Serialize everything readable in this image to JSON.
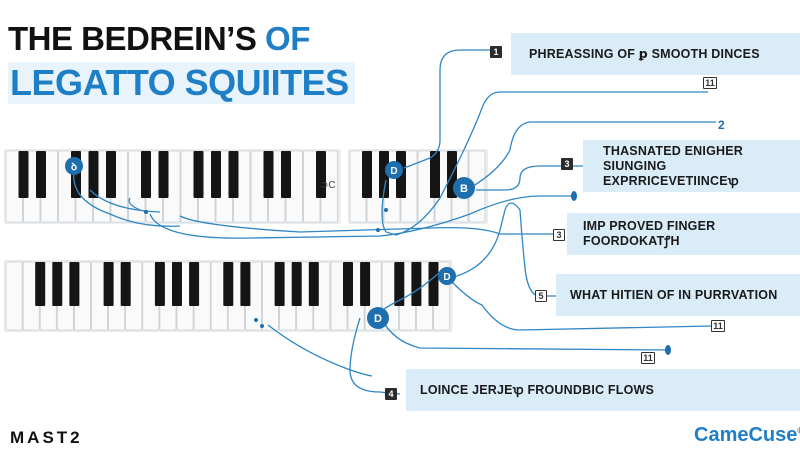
{
  "title": {
    "line1_main": "THE BEDREIN’S",
    "line1_accent": "OF",
    "line2": "LEGATTO SQUIITES"
  },
  "callouts": [
    {
      "num": "1",
      "text": "PHREASSING OF ꝑ SMOOTH DINCES"
    },
    {
      "num": "3",
      "text": "THASNATED ENIGHER SIUNGING EXPRRICEVETIINCEꝕ"
    },
    {
      "num": "3",
      "text": "IMP PROVED FINGER FOORDOKATꝭH"
    },
    {
      "num": "5",
      "text": "WHAT HITIEN OF IN PURRVATION"
    },
    {
      "num": "4",
      "text": "LOINCE JERJEꝕ FROUNDBIC FLOWS"
    }
  ],
  "markers": {
    "upper_left": "ꝺ",
    "upper_mid": "D",
    "upper_right": "B",
    "lower_mid": "D",
    "lower_right": "D",
    "small_2": "2",
    "small_11a": "11",
    "small_11b": "11",
    "small_11c": "11",
    "gap_label": "⊃C"
  },
  "footer": {
    "left": "MAST2",
    "brand": "CameCuse",
    "brand_mark": "®"
  },
  "colors": {
    "accent": "#1f7fc6",
    "callout_bg": "#d9ecf8",
    "wire": "#2f86c4",
    "marker": "#1d6fae"
  }
}
